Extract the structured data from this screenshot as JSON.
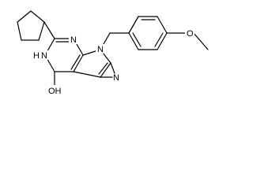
{
  "diagram": {
    "type": "chemical-structure",
    "atom_labels": {
      "n3": "N",
      "n1": "N",
      "n1_h": "H",
      "n7": "N",
      "n9": "N",
      "oh": "OH",
      "o_methoxy": "O"
    }
  }
}
